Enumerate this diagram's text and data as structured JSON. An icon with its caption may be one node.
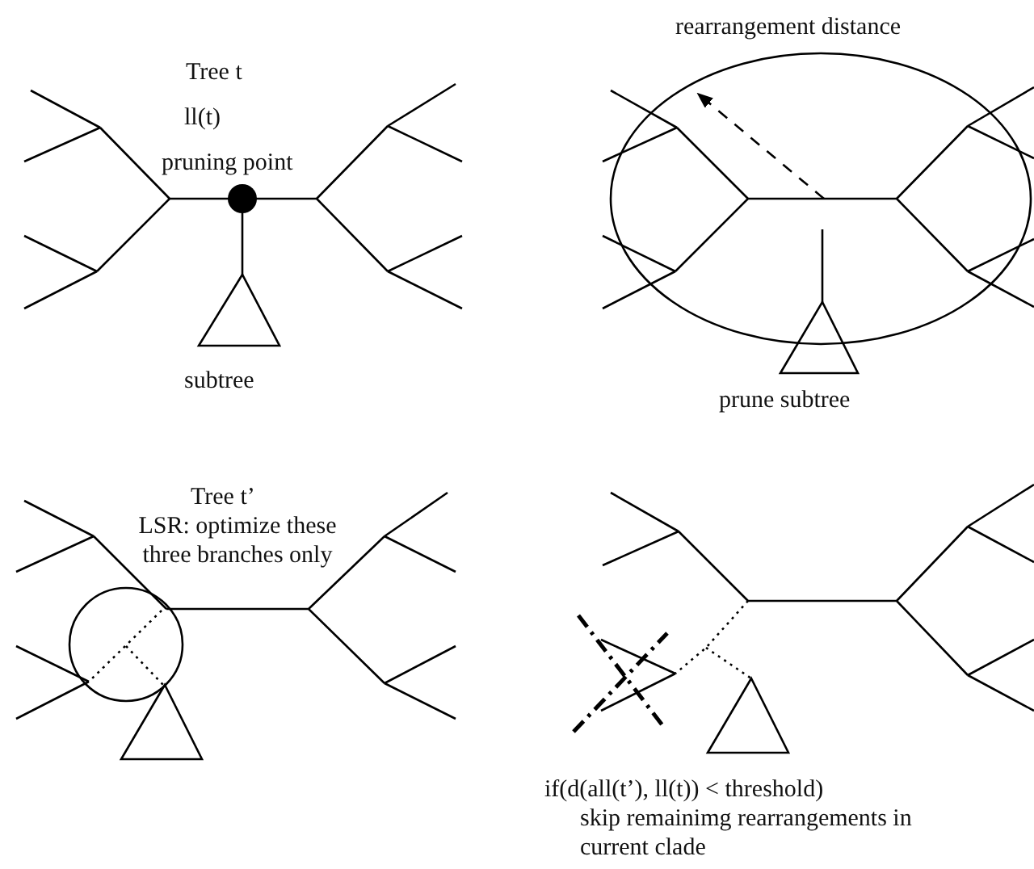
{
  "diagram": {
    "labels": [
      "Tree t",
      "ll(t)",
      "pruning point",
      "subtree",
      "rearrangement distance",
      "prune subtree",
      "Tree t’",
      "LSR: optimize these three branches only",
      "if(d(all(t’), ll(t)) < threshold)",
      "skip remainimg rearrangements in current clade"
    ]
  }
}
